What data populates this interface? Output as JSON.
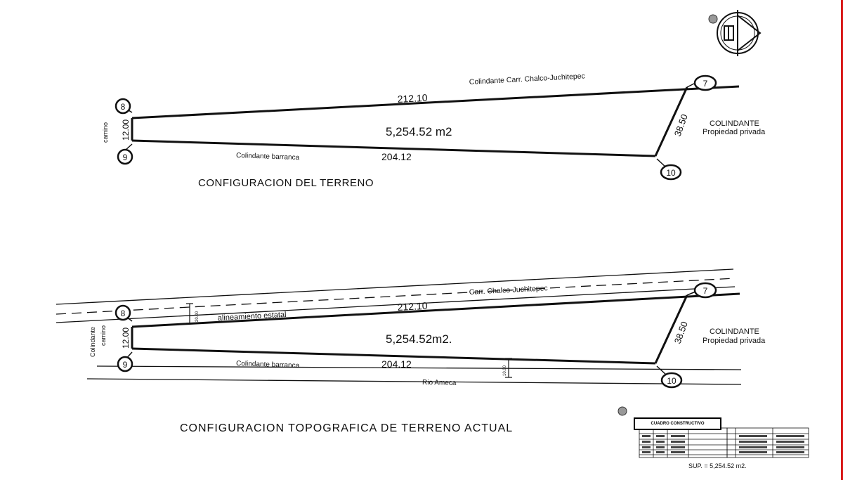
{
  "diagram1": {
    "title": "CONFIGURACION DEL TERRENO",
    "road_label": "Colindante Carr. Chalco-Juchitepec",
    "north_length": "212.10",
    "south_length": "204.12",
    "west_length": "12.00",
    "east_length": "38.50",
    "area": "5,254.52 m2",
    "west_label": "camino",
    "south_label": "Colindante barranca",
    "east_label_1": "COLINDANTE",
    "east_label_2": "Propiedad privada",
    "vertices": [
      "8",
      "9",
      "7",
      "10"
    ]
  },
  "diagram2": {
    "title": "CONFIGURACION TOPOGRAFICA DE TERRENO  ACTUAL",
    "road_label": "Carr. Chalco-Juchitepec",
    "alignment_label": "alineamiento estatal",
    "north_length": "212.10",
    "south_length": "204.12",
    "west_length": "12.00",
    "east_length": "38.50",
    "area": "5,254.52m2.",
    "west_label_1": "Colindante",
    "west_label_2": "camino",
    "south_label": "Colindante barranca",
    "river_label": "Rio Ameca",
    "setback_road": "20.00",
    "setback_river": "10.00",
    "east_label_1": "COLINDANTE",
    "east_label_2": "Propiedad privada",
    "vertices": [
      "8",
      "9",
      "7",
      "10"
    ]
  },
  "cuadro": {
    "title": "CUADRO CONSTRUCTIVO",
    "surface": "SUP. = 5,254.52 m2."
  },
  "colors": {
    "line": "#111111",
    "accent": "#d81818"
  }
}
